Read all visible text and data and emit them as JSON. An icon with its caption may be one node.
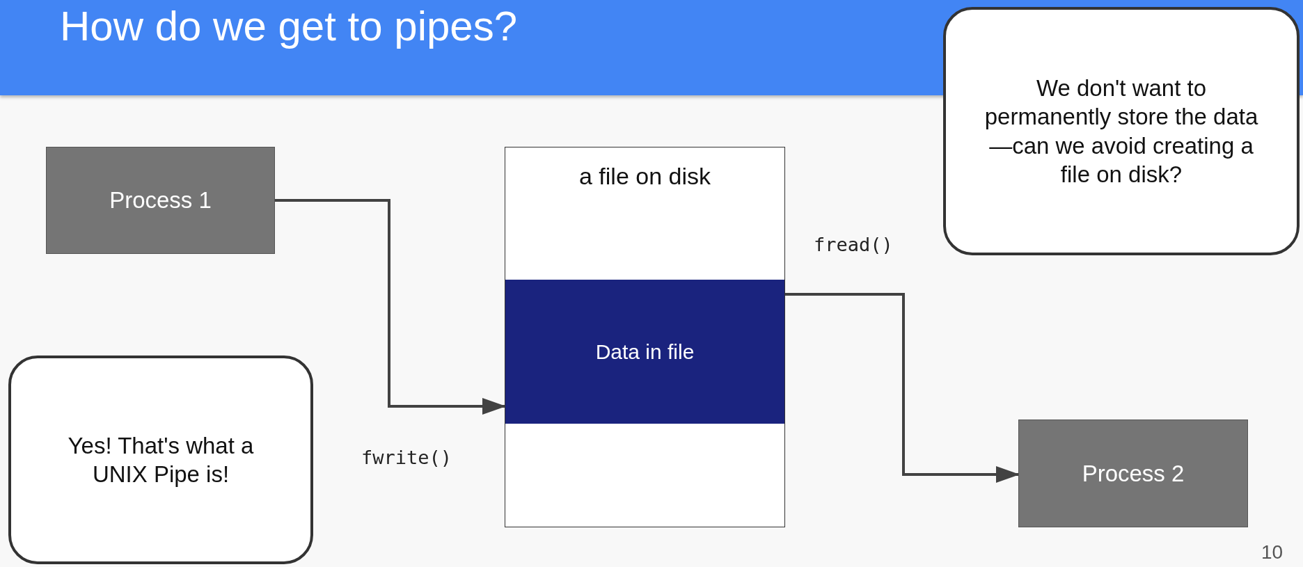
{
  "diagram": {
    "title": "How do we get to pipes?",
    "nodes": [
      {
        "text": [
          "Process 1"
        ]
      },
      {
        "text": [
          "a file on disk"
        ]
      },
      {
        "text": [
          "Data in file"
        ],
        "in": 1
      },
      {
        "text": [
          "We don't want to permanently store the data—can we avoid creating a file on disk?"
        ]
      },
      {
        "text": [
          "Yes! That's what a UNIX Pipe is!"
        ]
      },
      {
        "text": [
          "Process 2"
        ]
      }
    ],
    "edges": [
      {
        "from": 0,
        "to": 1,
        "arrow": "to",
        "label": "fwrite()"
      },
      {
        "from": 2,
        "to": 5,
        "arrow": "to",
        "label": "fread()"
      }
    ],
    "labels": [
      "10"
    ]
  }
}
